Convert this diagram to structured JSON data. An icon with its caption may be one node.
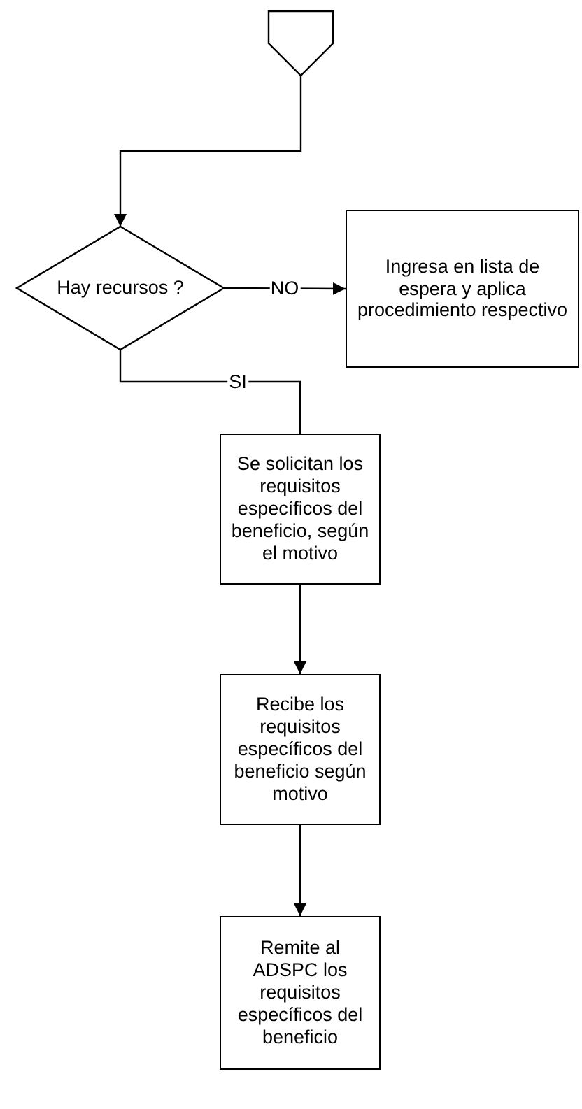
{
  "diagram": {
    "nodes": [
      {
        "text": [],
        "shape": "pentagon"
      },
      {
        "text": [
          "Hay recursos ?"
        ]
      },
      {
        "text": [
          "Ingresa en lista de espera y aplica procedimiento respectivo"
        ]
      },
      {
        "text": [
          "Se solicitan los requisitos específicos del beneficio, según el motivo"
        ]
      },
      {
        "text": [
          "Recibe los requisitos específicos del beneficio según motivo"
        ]
      },
      {
        "text": [
          "Remite al ADSPC los requisitos específicos del beneficio"
        ]
      }
    ],
    "edges": [
      {
        "from": 0,
        "to": 1,
        "arrow": "to"
      },
      {
        "from": 1,
        "to": 2,
        "arrow": "to",
        "label": "NO"
      },
      {
        "from": 1,
        "to": 3,
        "arrow": "none",
        "label": "SI"
      },
      {
        "from": 3,
        "to": 4,
        "arrow": "to"
      },
      {
        "from": 4,
        "to": 5,
        "arrow": "to"
      }
    ]
  }
}
